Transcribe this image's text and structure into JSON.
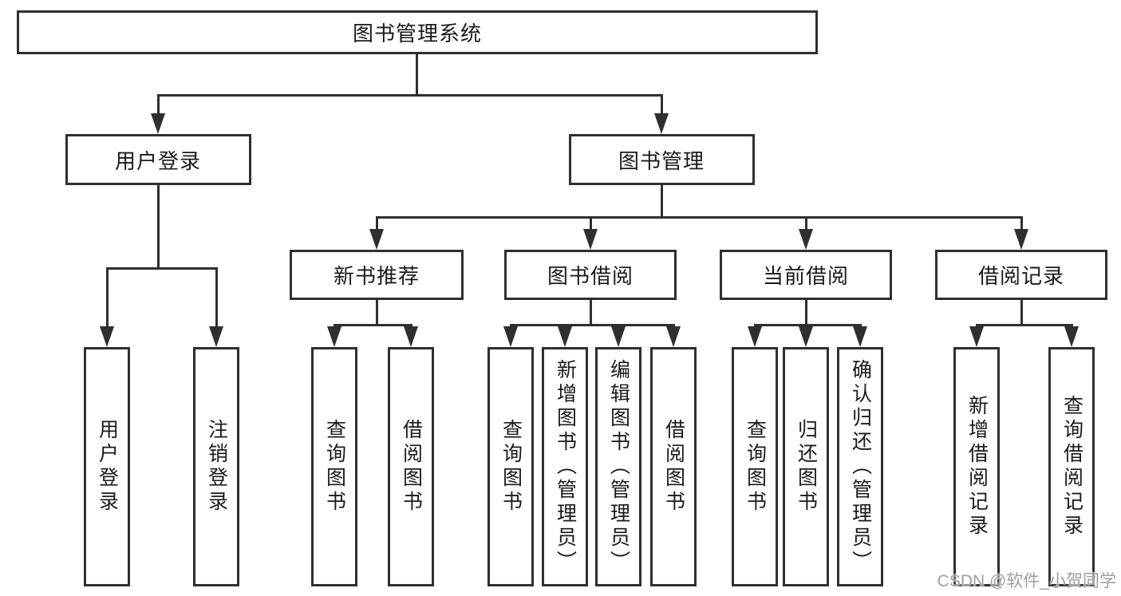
{
  "tree": {
    "label": "图书管理系统",
    "children": [
      {
        "label": "用户登录",
        "children": [
          {
            "label": "用户登录"
          },
          {
            "label": "注销登录"
          }
        ]
      },
      {
        "label": "图书管理",
        "children": [
          {
            "label": "新书推荐",
            "children": [
              {
                "label": "查询图书"
              },
              {
                "label": "借阅图书"
              }
            ]
          },
          {
            "label": "图书借阅",
            "children": [
              {
                "label": "查询图书"
              },
              {
                "label": "新增图书（管理员）"
              },
              {
                "label": "编辑图书（管理员）"
              },
              {
                "label": "借阅图书"
              }
            ]
          },
          {
            "label": "当前借阅",
            "children": [
              {
                "label": "查询图书"
              },
              {
                "label": "归还图书"
              },
              {
                "label": "确认归还（管理员）"
              }
            ]
          },
          {
            "label": "借阅记录",
            "children": [
              {
                "label": "新增借阅记录"
              },
              {
                "label": "查询借阅记录"
              }
            ]
          }
        ]
      }
    ]
  },
  "watermark": {
    "text": "CSDN @软件_小贺同学"
  },
  "colors": {
    "line": "#2f2f2f",
    "text": "#1a1a1a",
    "background": "#ffffff",
    "watermark": "#9e9e9e"
  }
}
